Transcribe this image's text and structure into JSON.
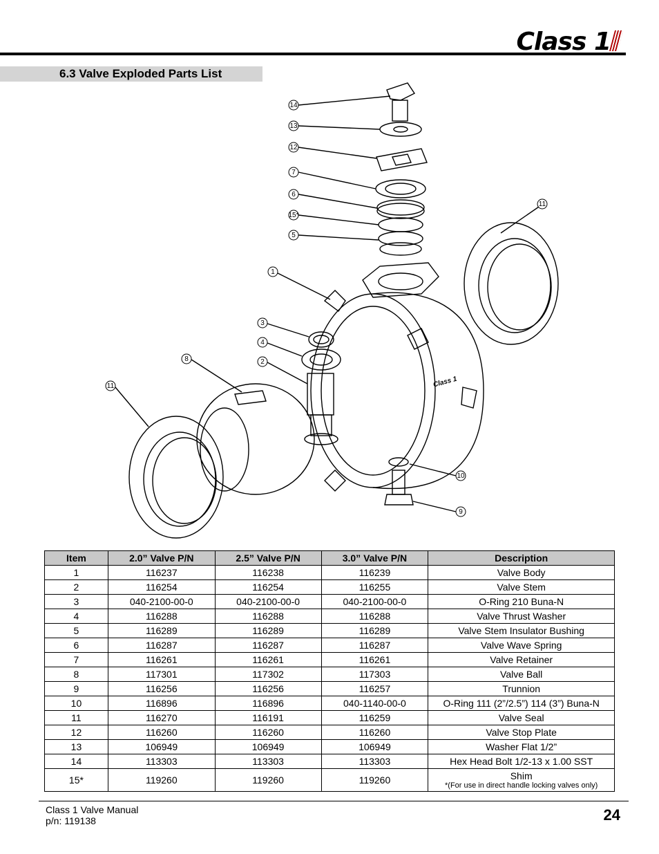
{
  "header": {
    "logo_text": "Class 1"
  },
  "section": {
    "title": "6.3  Valve Exploded Parts List"
  },
  "diagram": {
    "callouts": [
      "14",
      "13",
      "12",
      "7",
      "6",
      "15*",
      "5",
      "11",
      "1",
      "3",
      "4",
      "2",
      "8",
      "11",
      "10",
      "9"
    ],
    "body_mark": "Class 1"
  },
  "table": {
    "headers": [
      "Item",
      "2.0” Valve P/N",
      "2.5” Valve P/N",
      "3.0” Valve P/N",
      "Description"
    ],
    "rows": [
      [
        "1",
        "116237",
        "116238",
        "116239",
        "Valve Body"
      ],
      [
        "2",
        "116254",
        "116254",
        "116255",
        "Valve Stem"
      ],
      [
        "3",
        "040-2100-00-0",
        "040-2100-00-0",
        "040-2100-00-0",
        "O-Ring 210 Buna-N"
      ],
      [
        "4",
        "116288",
        "116288",
        "116288",
        "Valve Thrust Washer"
      ],
      [
        "5",
        "116289",
        "116289",
        "116289",
        "Valve Stem Insulator Bushing"
      ],
      [
        "6",
        "116287",
        "116287",
        "116287",
        "Valve Wave Spring"
      ],
      [
        "7",
        "116261",
        "116261",
        "116261",
        "Valve Retainer"
      ],
      [
        "8",
        "117301",
        "117302",
        "117303",
        "Valve Ball"
      ],
      [
        "9",
        "116256",
        "116256",
        "116257",
        "Trunnion"
      ],
      [
        "10",
        "116896",
        "116896",
        "040-1140-00-0",
        "O-Ring 111 (2”/2.5”) 114 (3”) Buna-N"
      ],
      [
        "11",
        "116270",
        "116191",
        "116259",
        "Valve Seal"
      ],
      [
        "12",
        "116260",
        "116260",
        "116260",
        "Valve Stop Plate"
      ],
      [
        "13",
        "106949",
        "106949",
        "106949",
        "Washer Flat 1/2”"
      ],
      [
        "14",
        "113303",
        "113303",
        "113303",
        "Hex Head Bolt 1/2-13 x 1.00 SST"
      ],
      [
        "15*",
        "119260",
        "119260",
        "119260",
        "Shim"
      ]
    ],
    "row15_note": "*(For use in direct handle locking valves only)"
  },
  "footer": {
    "manual": "Class 1 Valve Manual",
    "pn": "p/n: 119138",
    "page": "24"
  }
}
